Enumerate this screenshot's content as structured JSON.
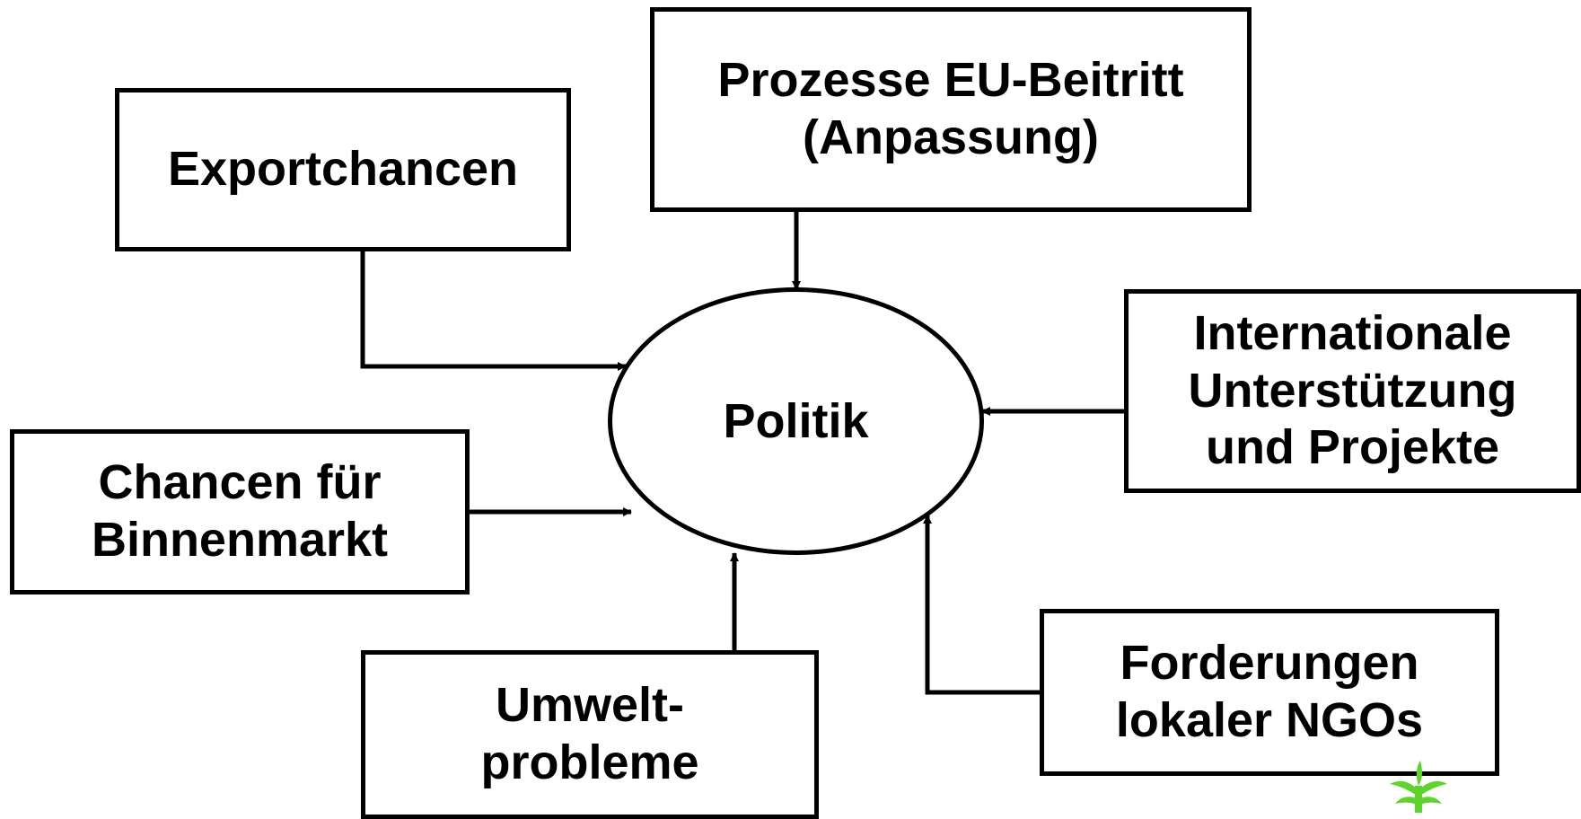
{
  "diagram": {
    "center": {
      "label": "Politik"
    },
    "nodes": {
      "exportchancen": {
        "lines": [
          "Exportchancen"
        ]
      },
      "eu_beitritt": {
        "lines": [
          "Prozesse EU-Beitritt",
          "(Anpassung)"
        ]
      },
      "international": {
        "lines": [
          "Internationale",
          "Unterstützung",
          "und Projekte"
        ]
      },
      "binnenmarkt": {
        "lines": [
          "Chancen für",
          "Binnenmarkt"
        ]
      },
      "umwelt": {
        "lines": [
          "Umwelt-",
          "probleme"
        ]
      },
      "ngos": {
        "lines": [
          "Forderungen",
          "lokaler NGOs"
        ]
      }
    },
    "edges": [
      {
        "from": "exportchancen",
        "to": "center"
      },
      {
        "from": "eu_beitritt",
        "to": "center"
      },
      {
        "from": "international",
        "to": "center"
      },
      {
        "from": "binnenmarkt",
        "to": "center"
      },
      {
        "from": "umwelt",
        "to": "center"
      },
      {
        "from": "ngos",
        "to": "center"
      }
    ],
    "colors": {
      "stroke": "#000000",
      "background": "#ffffff",
      "plant": "#5fd42a"
    },
    "decoration": {
      "icon": "plant-sprout-icon"
    }
  }
}
